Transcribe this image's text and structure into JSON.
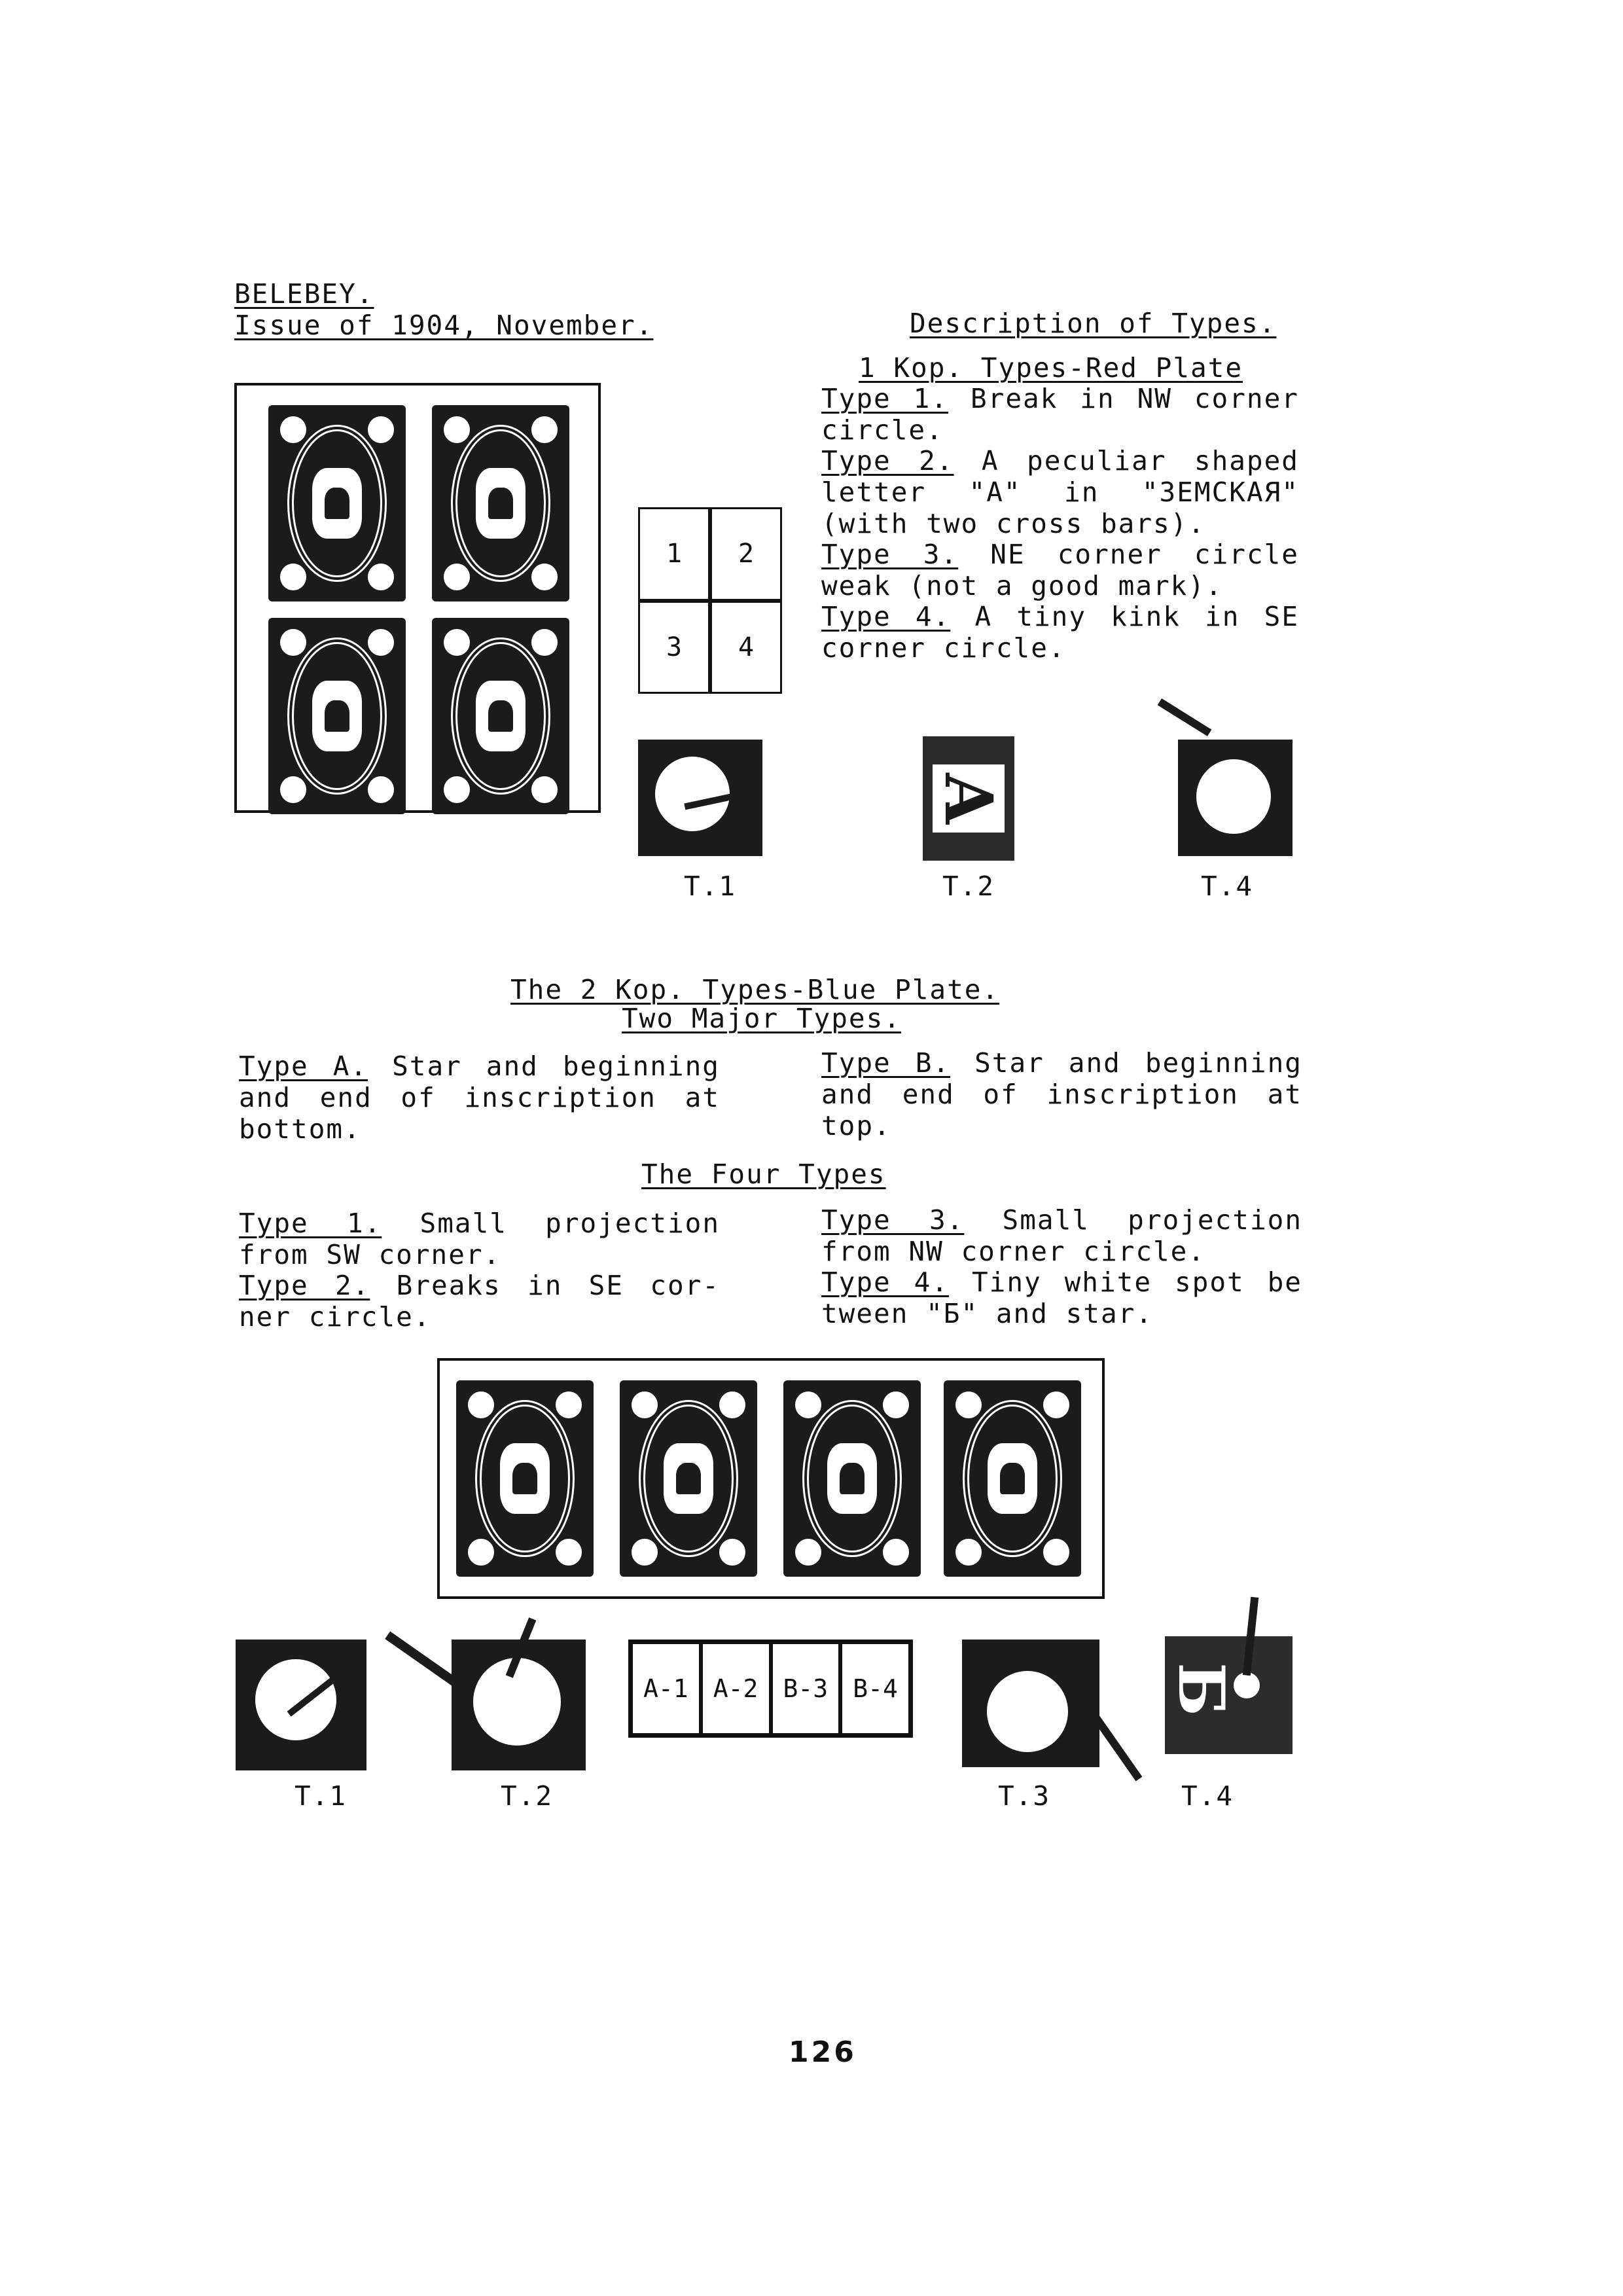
{
  "header": {
    "title": "BELEBEY.",
    "issue": "Issue of 1904, November."
  },
  "desc": {
    "heading": "Description of Types.",
    "subheading": "1 Kop. Types-Red Plate",
    "t1_label": "Type 1.",
    "t1_text": "Break in NW corner circle.",
    "t2_label": "Type 2.",
    "t2_text": "A peculiar shaped letter \"A\" in \"ЗЕМСКАЯ\" (with two cross bars).",
    "t3_label": "Type 3.",
    "t3_text": "NE corner circle weak (not a good mark).",
    "t4_label": "Type 4.",
    "t4_text": "A tiny kink in SE corner circle."
  },
  "pos_grid": [
    "1",
    "2",
    "3",
    "4"
  ],
  "top_captions": [
    "T.1",
    "T.2",
    "T.4"
  ],
  "blue": {
    "heading1": "The 2 Kop. Types-Blue Plate.",
    "heading2": "Two Major Types.",
    "typeA_label": "Type A.",
    "typeA_text": "Star and beginning and end of inscription at bottom.",
    "typeB_label": "Type B.",
    "typeB_text": "Star and beginning and end of inscription at top.",
    "four_heading": "The Four Types",
    "t1_label": "Type 1.",
    "t1_text": "Small projection from SW corner.",
    "t2_label": "Type 2.",
    "t2_text": "Breaks in SE cor- ner circle.",
    "t3_label": "Type 3.",
    "t3_text": "Small projection from NW corner circle.",
    "t4_label": "Type 4.",
    "t4_text": "Tiny white spot be tween \"Б\" and star."
  },
  "strip_labels": [
    "A-1",
    "A-2",
    "B-3",
    "B-4"
  ],
  "bottom_captions": [
    "T.1",
    "T.2",
    "T.3",
    "T.4"
  ],
  "page_number": "126"
}
